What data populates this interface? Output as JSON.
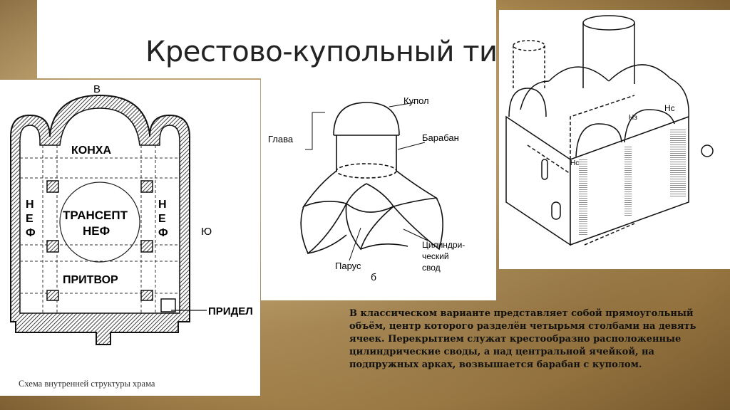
{
  "title": "Крестово-купольный тип",
  "plan": {
    "label_east": "В",
    "label_south": "Ю",
    "apse": "КОНХА",
    "transept_line1": "ТРАНСЕПТ",
    "transept_line2": "НЕФ",
    "nave_left": [
      "Н",
      "Е",
      "Ф"
    ],
    "nave_right": [
      "Н",
      "Е",
      "Ф"
    ],
    "narthex": "ПРИТВОР",
    "chapel": "ПРИДЕЛ",
    "caption": "Схема внутренней структуры храма"
  },
  "dome": {
    "label_glava": "Глава",
    "label_kupol": "Купол",
    "label_baraban": "Барабан",
    "label_parus": "Парус",
    "label_vault": [
      "Цилиндри-",
      "ческий",
      "свод"
    ],
    "fig_letter": "б"
  },
  "iso": {
    "label_hc1": "Нс",
    "label_hc2": "Нс",
    "label_h3": "Нз"
  },
  "description": "В классическом варианте представляет собой прямоугольный объём, центр которого разделён четырьмя столбами на девять ячеек. Перекрытием служат крестообразно расположенные цилиндрические своды, а над центральной ячейкой, на подпружных арках, возвышается барабан с куполом."
}
